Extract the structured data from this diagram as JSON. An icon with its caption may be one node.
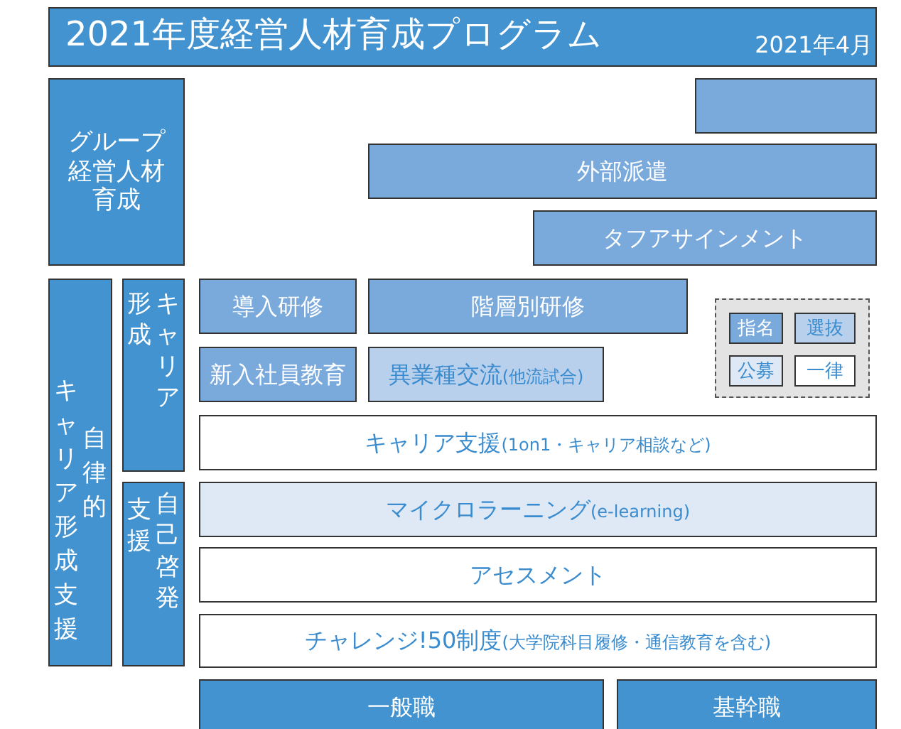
{
  "diagram": {
    "title": "2021年度経営人材育成プログラム",
    "nodes": [
      {
        "text": [
          "グループ経営人材育成"
        ]
      },
      {
        "text": [],
        "shape": "box"
      },
      {
        "text": [
          "外部派遣"
        ]
      },
      {
        "text": [
          "タフアサインメント"
        ]
      },
      {
        "text": [
          "キャリア形成支援",
          "自律的"
        ]
      },
      {
        "text": [
          "形成",
          "キャリア"
        ]
      },
      {
        "text": [
          "支援",
          "自己啓発"
        ]
      },
      {
        "text": [
          "導入研修"
        ]
      },
      {
        "text": [
          "階層別研修"
        ]
      },
      {
        "text": [
          "新入社員教育"
        ]
      },
      {
        "text": [
          "異業種交流",
          "(他流試合)"
        ]
      },
      {
        "text": [
          "キャリア支援",
          "(1on1・キャリア相談など)"
        ]
      },
      {
        "text": [
          "マイクロラーニング",
          "(e-learning)"
        ]
      },
      {
        "text": [
          "アセスメント"
        ]
      },
      {
        "text": [
          "チャレンジ!50制度",
          "(大学院科目履修・通信教育を含む)"
        ]
      },
      {
        "text": [
          "一般職"
        ]
      },
      {
        "text": [
          "基幹職"
        ]
      }
    ],
    "edges": [],
    "labels": [
      "2021年4月"
    ],
    "legend": [
      {
        "text": "指名",
        "color": "#7aaadc"
      },
      {
        "text": "選抜",
        "color": "#b9d0ec"
      },
      {
        "text": "公募",
        "color": "#dfe9f5"
      },
      {
        "text": "一律",
        "color": "#ffffff"
      }
    ]
  }
}
